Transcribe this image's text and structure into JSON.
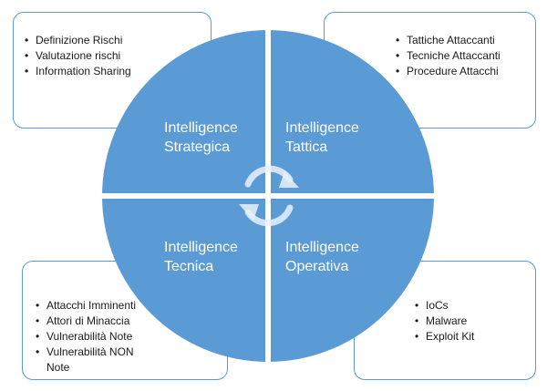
{
  "colors": {
    "quadrant_fill": "#5b9bd5",
    "box_border": "#5b9bd5",
    "label_text": "#ffffff",
    "bullet_text": "#1a1a1a"
  },
  "quadrants": {
    "strategic": {
      "line1": "Intelligence",
      "line2": "Strategica"
    },
    "tactical": {
      "line1": "Intelligence",
      "line2": "Tattica"
    },
    "technical": {
      "line1": "Intelligence",
      "line2": "Tecnica"
    },
    "operational": {
      "line1": "Intelligence",
      "line2": "Operativa"
    }
  },
  "boxes": {
    "strategic": {
      "items": [
        "Definizione Rischi",
        "Valutazione rischi",
        "Information Sharing"
      ]
    },
    "tactical": {
      "items": [
        "Tattiche Attaccanti",
        "Tecniche Attaccanti",
        "Procedure Attacchi"
      ]
    },
    "technical": {
      "items": [
        "Attacchi Imminenti",
        "Attori di Minaccia",
        "Vulnerabilità Note",
        "Vulnerabilità NON Note"
      ]
    },
    "operational": {
      "items": [
        "IoCs",
        "Malware",
        "Exploit Kit"
      ]
    }
  },
  "center_icon": "cycle-arrows-icon"
}
